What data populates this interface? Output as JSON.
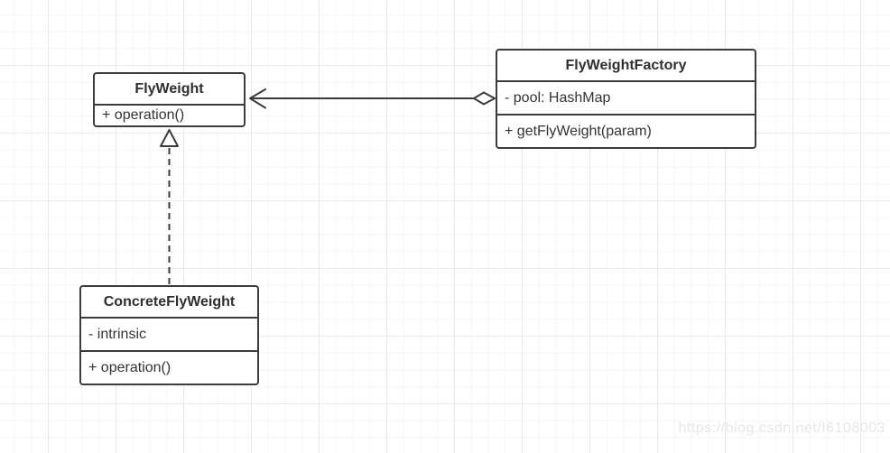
{
  "canvas": {
    "background_color": "#ffffff",
    "grid_minor_color": "#f6f6f6",
    "grid_major_color": "#e9e9e9"
  },
  "diagram": {
    "classes": {
      "flyweight": {
        "name": "FlyWeight",
        "operations": [
          "+ operation()"
        ]
      },
      "factory": {
        "name": "FlyWeightFactory",
        "attributes": [
          "- pool: HashMap"
        ],
        "operations": [
          "+ getFlyWeight(param)"
        ]
      },
      "concrete": {
        "name": "ConcreteFlyWeight",
        "attributes": [
          "- intrinsic"
        ],
        "operations": [
          "+ operation()"
        ]
      }
    },
    "relations": [
      {
        "type": "aggregation",
        "source": "FlyWeightFactory",
        "target": "FlyWeight",
        "line_style": "solid",
        "source_marker": "hollow-diamond",
        "target_marker": "open-arrow"
      },
      {
        "type": "realization",
        "source": "ConcreteFlyWeight",
        "target": "FlyWeight",
        "line_style": "dashed",
        "target_marker": "hollow-triangle"
      }
    ],
    "colors": {
      "stroke": "#3b3b3b",
      "shape_fill": "#ffffff",
      "text": "#333333"
    }
  },
  "watermark": {
    "text": "https://blog.csdn.net/I6108003",
    "color": "#e7e7e7"
  }
}
